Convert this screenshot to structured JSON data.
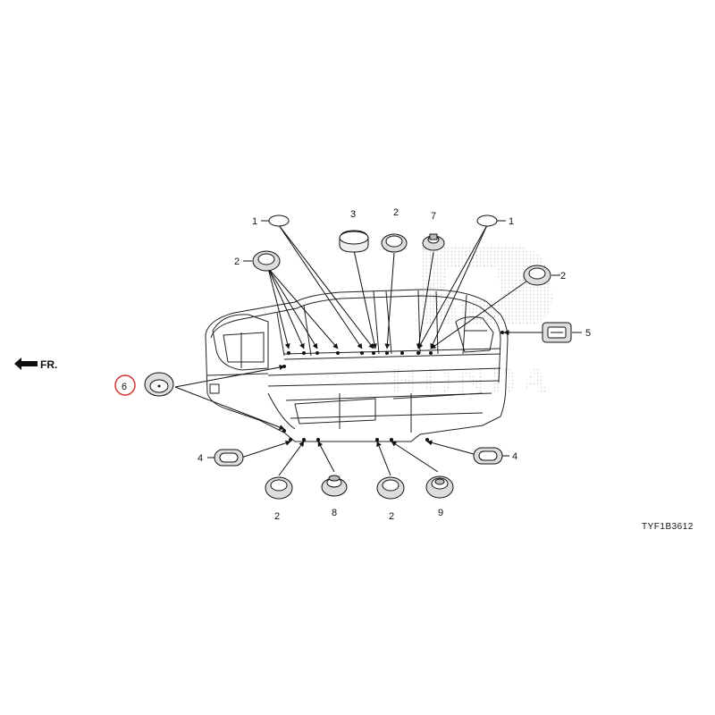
{
  "diagram": {
    "front_label": "FR.",
    "diagram_code": "TYF1B3612",
    "watermark": "HONDA",
    "highlight_color": "#d0342c",
    "labels": {
      "l1_left": "1",
      "l3": "3",
      "l2_top": "2",
      "l7": "7",
      "l1_right": "1",
      "l2_left": "2",
      "l2_right": "2",
      "l5": "5",
      "l6": "6",
      "l4_left": "4",
      "l4_right": "4",
      "l2_bot_a": "2",
      "l8": "8",
      "l2_bot_b": "2",
      "l9": "9"
    }
  }
}
